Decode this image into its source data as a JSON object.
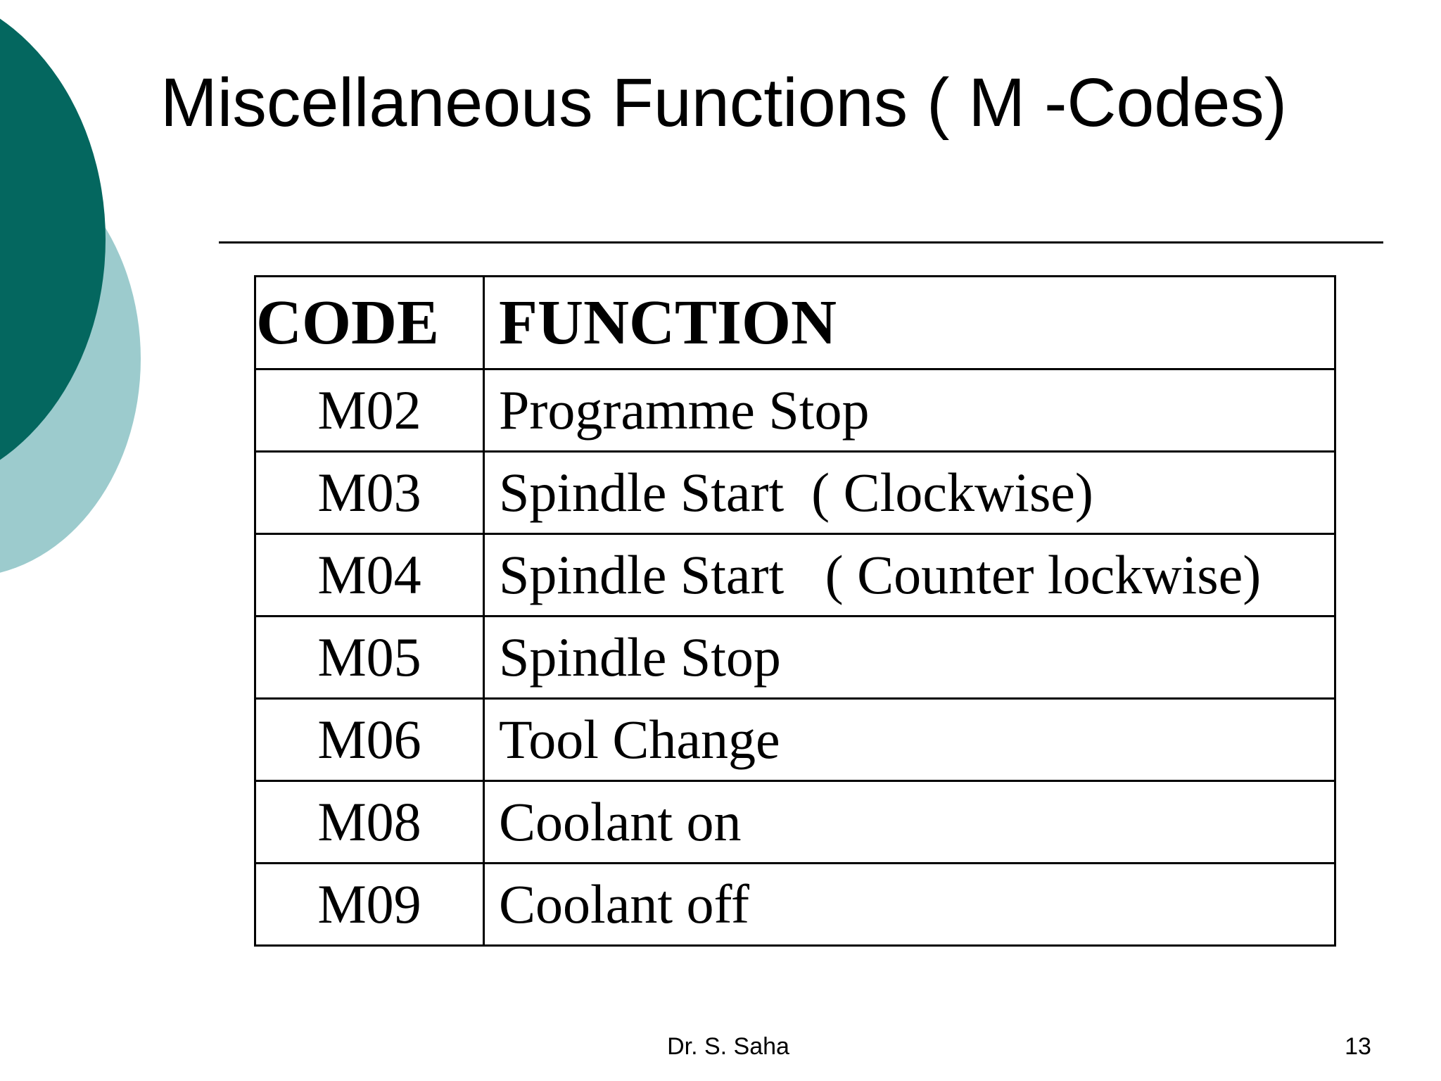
{
  "slide": {
    "title": "Miscellaneous Functions ( M -Codes)",
    "accent_dark": "#04675f",
    "accent_light": "#9ccbcd"
  },
  "table": {
    "headers": {
      "code": "CODE",
      "function": "FUNCTION"
    },
    "rows": [
      {
        "code": "M02",
        "function": "Programme Stop"
      },
      {
        "code": "M03",
        "function": "Spindle Start  ( Clockwise)"
      },
      {
        "code": "M04",
        "function": "Spindle Start   ( Counter lockwise)"
      },
      {
        "code": "M05",
        "function": "Spindle Stop"
      },
      {
        "code": "M06",
        "function": "Tool Change"
      },
      {
        "code": "M08",
        "function": "Coolant on"
      },
      {
        "code": "M09",
        "function": "Coolant off"
      }
    ]
  },
  "footer": {
    "author": "Dr. S. Saha",
    "page_number": "13"
  }
}
